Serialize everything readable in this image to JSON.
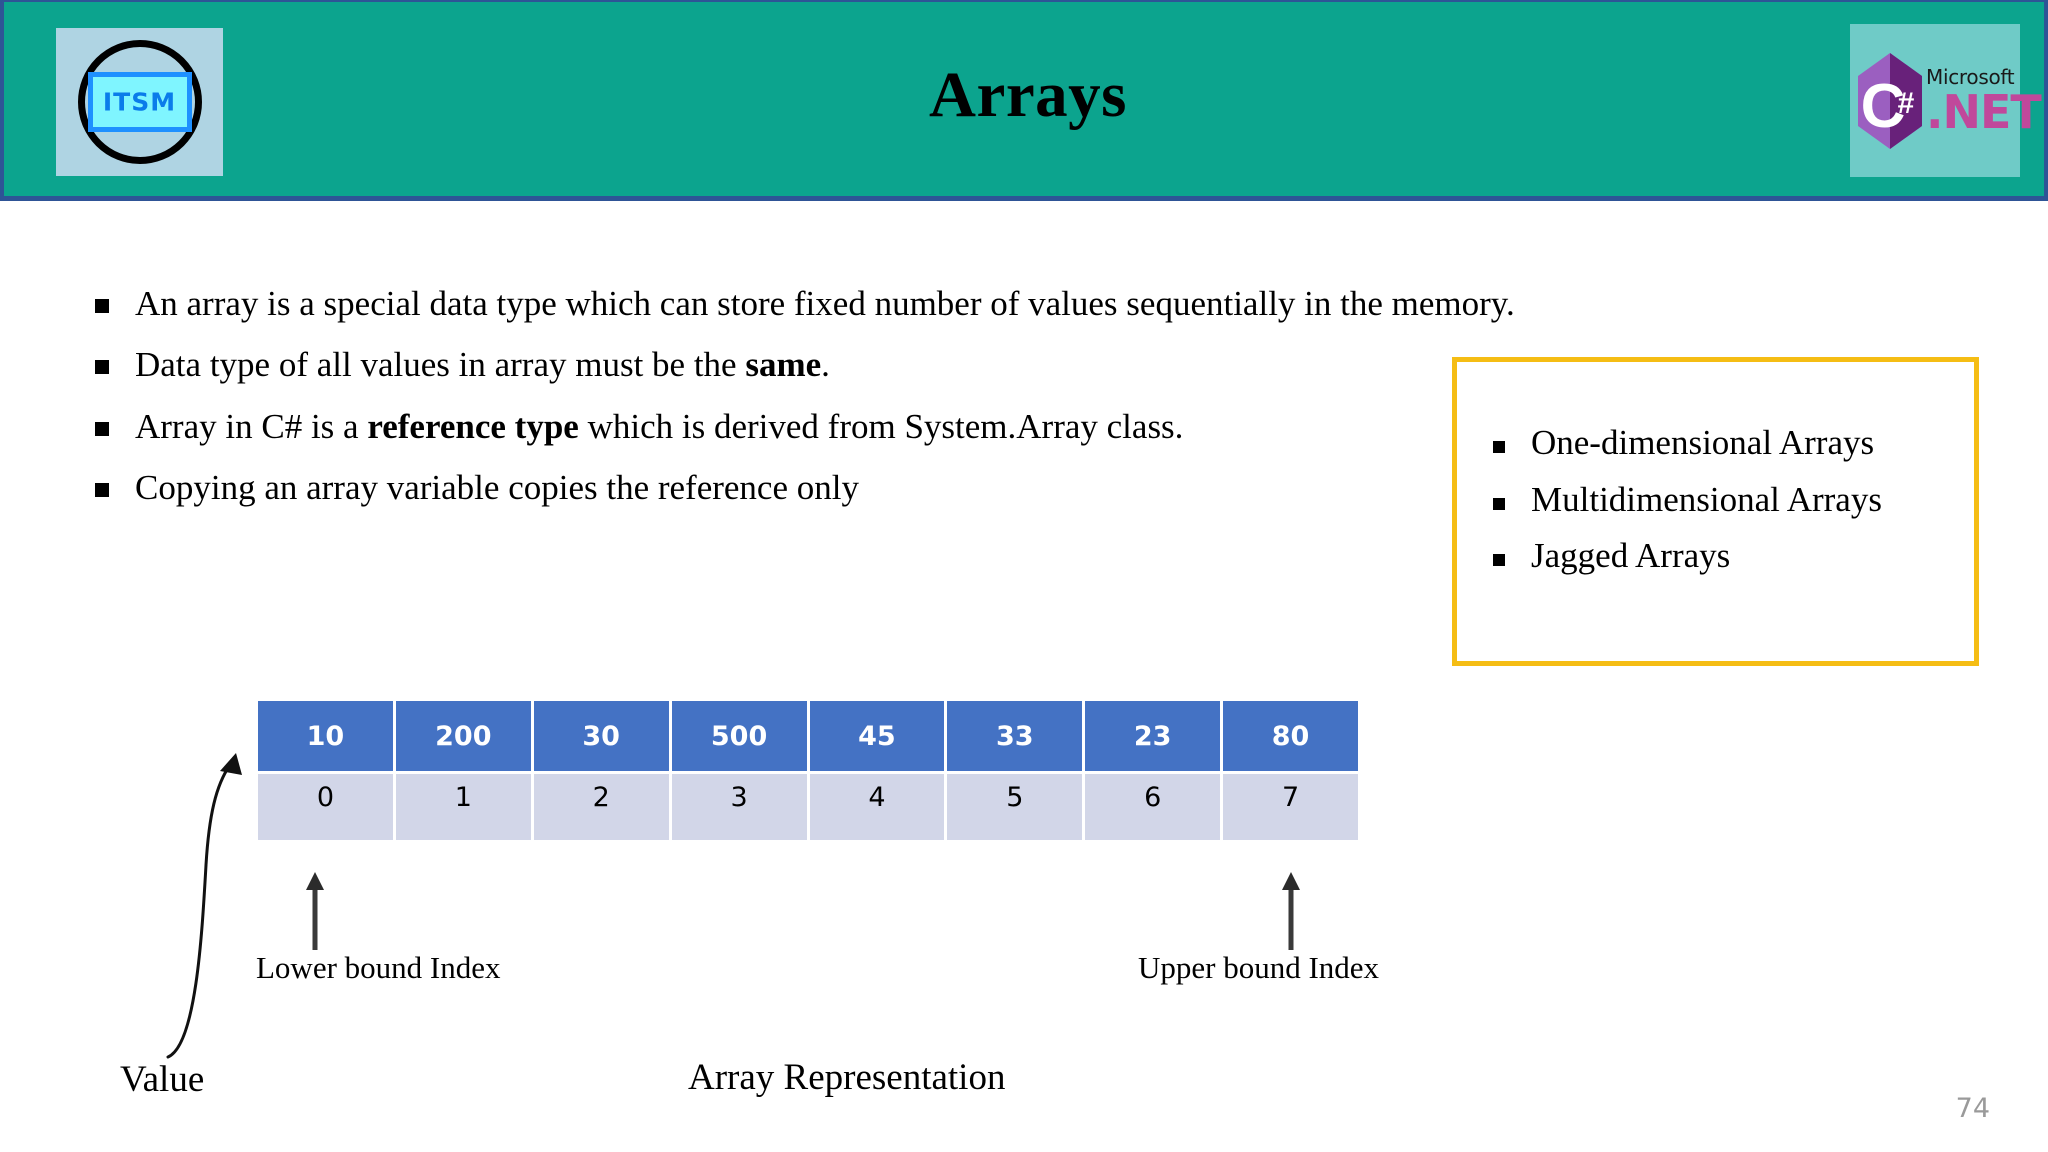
{
  "header": {
    "title": "Arrays",
    "background_color": "#0CA48E",
    "border_color": "#2E5496",
    "left_logo": {
      "name": "ITSM",
      "text": "ITSM",
      "panel_color": "#AFD4E3",
      "inner_color": "#7FF5FF",
      "text_color": "#0A7CEA"
    },
    "right_logo": {
      "brand": "Microsoft",
      "product": ".NET",
      "badge": "C#",
      "panel_color": "#6FCBC7",
      "hex_color": "#68217A",
      "net_color": "#C0489B"
    }
  },
  "main": {
    "bullets": [
      {
        "prefix": "An array is a special data type which can store fixed number of values sequentially in the memory.",
        "bold": "",
        "suffix": ""
      },
      {
        "prefix": "Data type of all values in array must be the ",
        "bold": "same",
        "suffix": "."
      },
      {
        "prefix": "Array in C# is a ",
        "bold": "reference type",
        "suffix": " which is derived from System.Array class."
      },
      {
        "prefix": "Copying an array variable copies the reference only",
        "bold": "",
        "suffix": ""
      }
    ]
  },
  "types_box": {
    "border_color": "#F5BD14",
    "items": [
      {
        "label": "One-dimensional Arrays"
      },
      {
        "label": "Multidimensional Arrays"
      },
      {
        "label": "Jagged Arrays"
      }
    ]
  },
  "array_table": {
    "value_row_color": "#4472C4",
    "index_row_color": "#D2D6E8",
    "values": [
      "10",
      "200",
      "30",
      "500",
      "45",
      "33",
      "23",
      "80"
    ],
    "indices": [
      "0",
      "1",
      "2",
      "3",
      "4",
      "5",
      "6",
      "7"
    ]
  },
  "annotations": {
    "lower_bound_label": "Lower bound Index",
    "upper_bound_label": "Upper bound Index",
    "value_label": "Value",
    "caption": "Array Representation"
  },
  "footer": {
    "page_number": "74"
  }
}
